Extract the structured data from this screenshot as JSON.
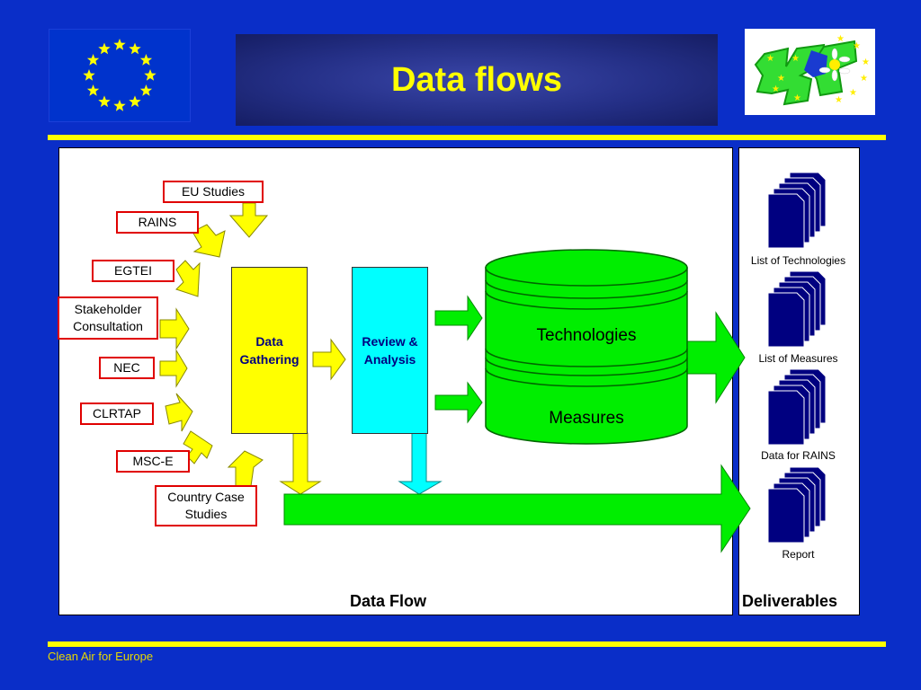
{
  "title": "Data flows",
  "footer": "Clean Air for Europe",
  "sources": [
    "EU Studies",
    "RAINS",
    "EGTEI",
    "Stakeholder Consultation",
    "NEC",
    "CLRTAP",
    "MSC-E",
    "Country Case Studies"
  ],
  "process": {
    "gathering": "Data Gathering",
    "review": "Review & Analysis"
  },
  "database": {
    "top": "Technologies",
    "bottom": "Measures"
  },
  "panels": {
    "flow_title": "Data Flow",
    "deliverables_title": "Deliverables"
  },
  "deliverables": [
    "List of Technologies",
    "List of Measures",
    "Data for RAINS",
    "Report"
  ],
  "colors": {
    "background": "#0a2ec8",
    "accent_line": "#ffff00",
    "title_text": "#ffff00",
    "source_border": "#e00000",
    "gathering_fill": "#ffff00",
    "review_fill": "#00ffff",
    "database_fill": "#00ee00",
    "document_fill": "#000080"
  },
  "icons": {
    "eu_flag": "eu-flag-icon",
    "logo": "cafe-logo-icon",
    "document_stack": "document-stack-icon"
  }
}
